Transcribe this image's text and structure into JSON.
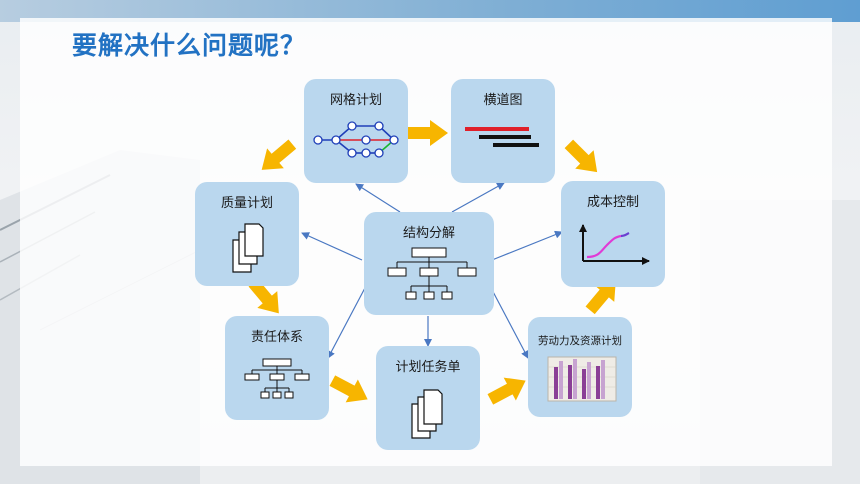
{
  "slide": {
    "title": "要解决什么问题呢？"
  },
  "nodes": {
    "grid_plan": "网格计划",
    "gantt": "横道图",
    "quality_plan": "质量计划",
    "structure": "结构分解",
    "cost_control": "成本控制",
    "responsibility": "责任体系",
    "task_list": "计划任务单",
    "resource_plan": "劳动力及资源计划"
  },
  "colors": {
    "title": "#2272c3",
    "node_fill": "#bad7ee",
    "arrow_yellow": "#f7b500",
    "connector_blue": "#4a78c2"
  }
}
